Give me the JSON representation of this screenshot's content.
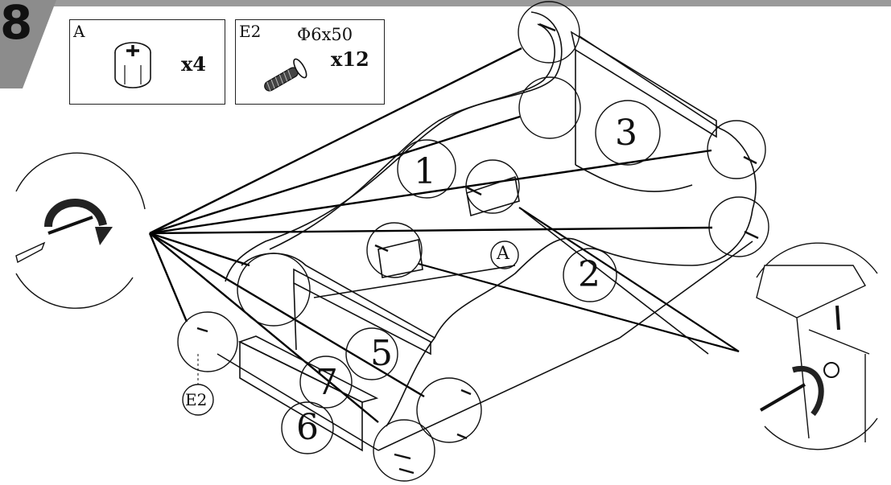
{
  "step": {
    "number": "8"
  },
  "parts": [
    {
      "letter": "A",
      "quantity": "x4",
      "icon": "cam-lock-icon"
    },
    {
      "letter": "E2",
      "size": "Φ6x50",
      "quantity": "x12",
      "icon": "screw-icon"
    }
  ],
  "panels": {
    "p1": "1",
    "p2": "2",
    "p3": "3",
    "p5": "5",
    "p6": "6",
    "p7": "7"
  },
  "callouts": {
    "cam": "A",
    "screw": "E2"
  }
}
